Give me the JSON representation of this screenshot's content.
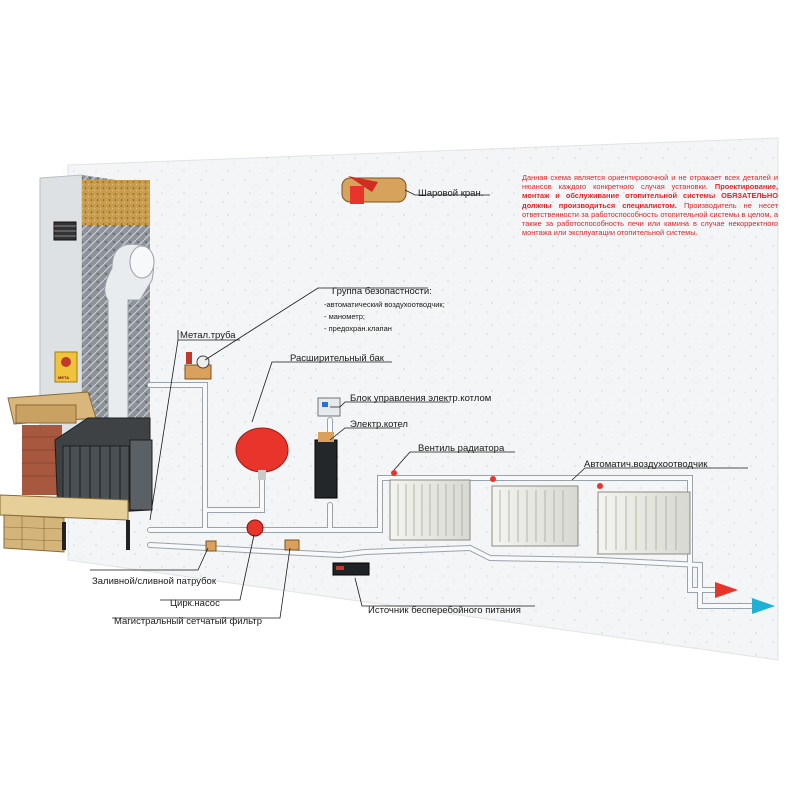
{
  "labels": {
    "ball_valve": "Шаровой кран.",
    "safety_group": "Группа безопастности:",
    "safety_items": [
      "-автоматический воздухоотводчик;",
      "- манометр;",
      "- предохран.клапан"
    ],
    "metal_pipe": "Метал.труба",
    "expansion_tank": "Расширительный бак",
    "boiler_control": "Блок управления электр.котлом",
    "electric_boiler": "Электр.котел",
    "radiator_valve": "Вентиль радиатора",
    "air_vent": "Автоматич.воздухоотводчик",
    "drain": "Заливной/сливной патрубок",
    "pump": "Цирк.насос",
    "filter": "Магистральный сетчатый фильтр",
    "ups": "Источник бесперебойного питания",
    "brand": "МЕТА"
  },
  "note": {
    "p1": "Данная схема является ориентировочной и не отражает всех деталей и нюансов каждого конкретного случая установки.",
    "p2": "Проектирование, монтаж и обслуживание отопительной системы ОБЯЗАТЕЛЬНО должны производиться специалистом.",
    "p3": "Производитель не несет ответственности за работоспособность отопительной системы в целом, а также за работоспособность печи или камина в случае некорректного монтажа или эксплуатации отопительной системы."
  },
  "colors": {
    "note_text": "#e0262a",
    "hot_pipe": "#e8342a",
    "cold_pipe": "#1fb0d6",
    "pipe": "#e9edf0"
  }
}
